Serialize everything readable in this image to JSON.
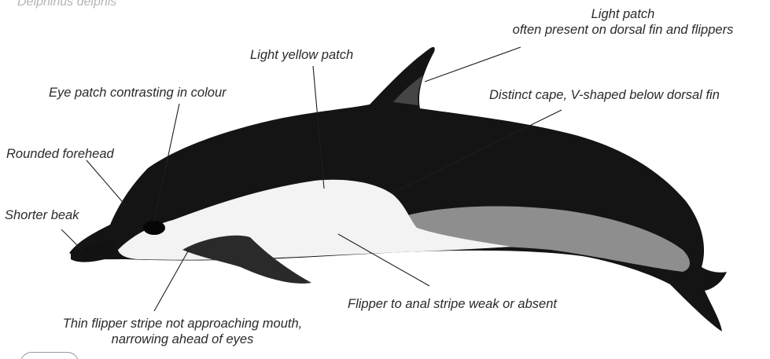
{
  "species_name": "Delphinus delphis",
  "labels": {
    "light_patch_title": "Light patch",
    "light_patch_detail": "often present on dorsal fin and flippers",
    "light_yellow_patch": "Light yellow patch",
    "eye_patch": "Eye patch contrasting in colour",
    "cape": "Distinct cape, V-shaped below dorsal fin",
    "forehead": "Rounded forehead",
    "beak": "Shorter beak",
    "flipper_stripe": "Flipper to anal stripe weak or absent",
    "thin_stripe_line1": "Thin flipper stripe not approaching mouth,",
    "thin_stripe_line2": "narrowing ahead of eyes"
  },
  "colors": {
    "cape": "#141414",
    "belly": "#f3f3f3",
    "flank_grey": "#8e8e8e",
    "leader_line": "#1e1e1e",
    "text": "#2a2a2a"
  }
}
